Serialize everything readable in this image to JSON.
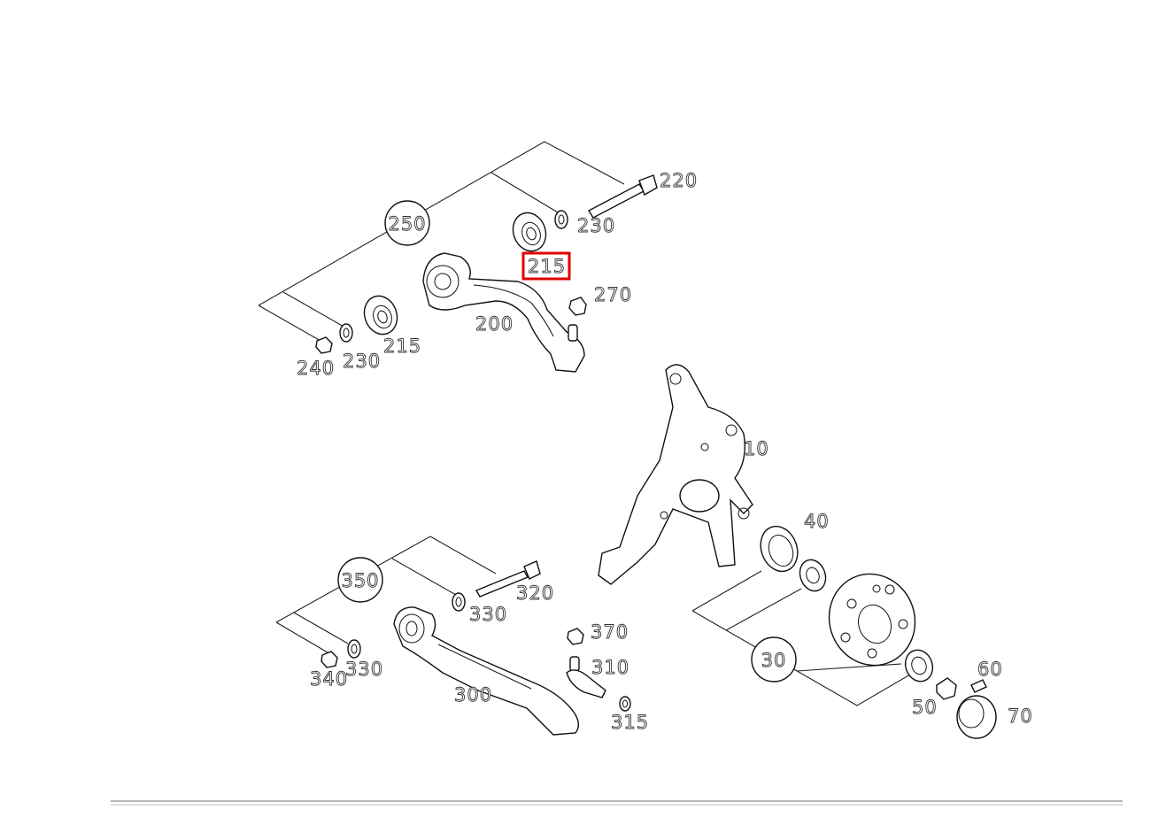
{
  "diagram": {
    "callouts": {
      "c250": "250",
      "c350": "350",
      "c30": "30"
    },
    "labels": {
      "l220": "220",
      "l230a": "230",
      "l215a": "215",
      "l270": "270",
      "l200": "200",
      "l215b": "215",
      "l240": "240",
      "l230b": "230",
      "l10": "10",
      "l40": "40",
      "l320": "320",
      "l330a": "330",
      "l330b": "330",
      "l340": "340",
      "l370": "370",
      "l310": "310",
      "l300": "300",
      "l315": "315",
      "l60": "60",
      "l50": "50",
      "l70": "70"
    },
    "highlighted_part": "215",
    "highlight_color": "#e00000"
  }
}
